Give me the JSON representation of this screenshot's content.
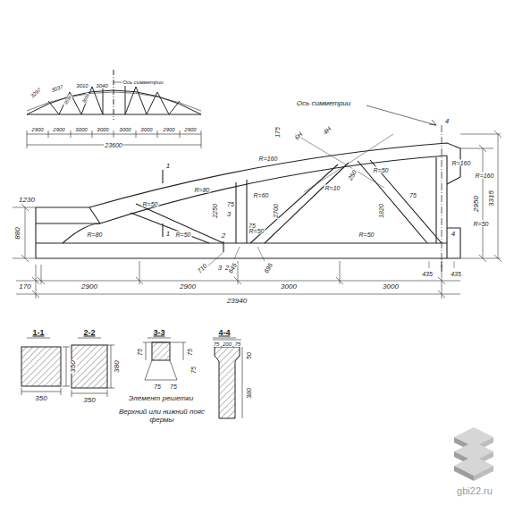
{
  "diagram": {
    "labels": [
      "3297",
      "3037",
      "3010",
      "3040",
      "3536",
      "3606",
      "Ось симметрии",
      "2900",
      "2900",
      "3000",
      "3000",
      "3000",
      "3000",
      "2900",
      "2900",
      "23600",
      "Ось симметрии",
      "1230",
      "880",
      "170",
      "2900",
      "2900",
      "3000",
      "3000",
      "23940",
      "2950",
      "3315",
      "1",
      "1",
      "2",
      "2",
      "3",
      "3",
      "4",
      "4",
      "R=80",
      "R=80",
      "R=60",
      "R=160",
      "R=50",
      "R=50",
      "R=50",
      "R=50",
      "R=160",
      "R=160",
      "R=50",
      "R=10",
      "R=50",
      "2250",
      "2700",
      "1820",
      "175",
      "75",
      "75",
      "75",
      "435",
      "435",
      "645",
      "695",
      "710",
      "6Н",
      "4Н",
      "250",
      "1-1",
      "350",
      "350",
      "2-2",
      "350",
      "380",
      "3-3",
      "75",
      "75",
      "75",
      "75",
      "75",
      "Элемент решетки",
      "Верхний или нижний пояс фермы",
      "4-4",
      "75",
      "200",
      "75",
      "50",
      "380",
      "gbi22.ru"
    ]
  }
}
